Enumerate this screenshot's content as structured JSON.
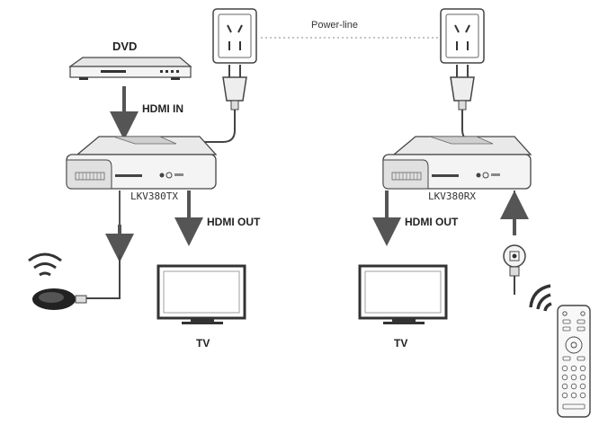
{
  "labels": {
    "power_line": "Power-line",
    "dvd": "DVD",
    "hdmi_in": "HDMI IN",
    "tx_model": "LKV380TX",
    "rx_model": "LKV380RX",
    "hdmi_out_left": "HDMI OUT",
    "hdmi_out_right": "HDMI OUT",
    "tv_left": "TV",
    "tv_right": "TV"
  },
  "colors": {
    "line": "#444444",
    "arrow": "#555555",
    "device_fill": "#f4f4f4",
    "screen_fill": "#ffffff"
  }
}
